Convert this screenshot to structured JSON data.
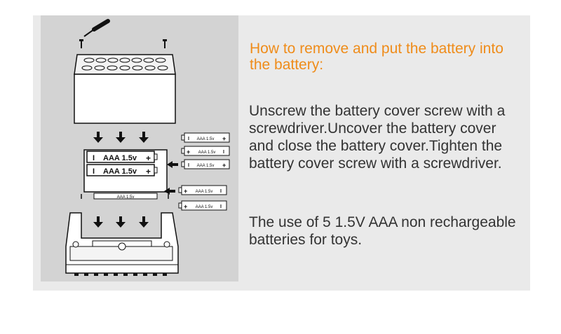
{
  "instructions": {
    "heading": "How to remove and put the battery into the battery:",
    "paragraph1": "Unscrew the battery cover screw with a screwdriver.Uncover the battery cover and close the battery cover.Tighten the battery cover screw with a screwdriver.",
    "paragraph2": "The use of 5 1.5V AAA non rechargeable batteries for toys."
  },
  "diagram": {
    "battery_label": "AAA 1.5v",
    "battery_label_large": "AAA 1.5v",
    "holder_label": "AAA 1.5v",
    "plus": "+",
    "minus": "I"
  },
  "colors": {
    "heading": "#ef8c1a",
    "text": "#333333",
    "panel": "#eaeaea",
    "diagram_bg": "#d3d3d3"
  },
  "icons": [
    "screwdriver-icon",
    "screw-icon",
    "arrow-down-icon",
    "arrow-left-icon"
  ]
}
